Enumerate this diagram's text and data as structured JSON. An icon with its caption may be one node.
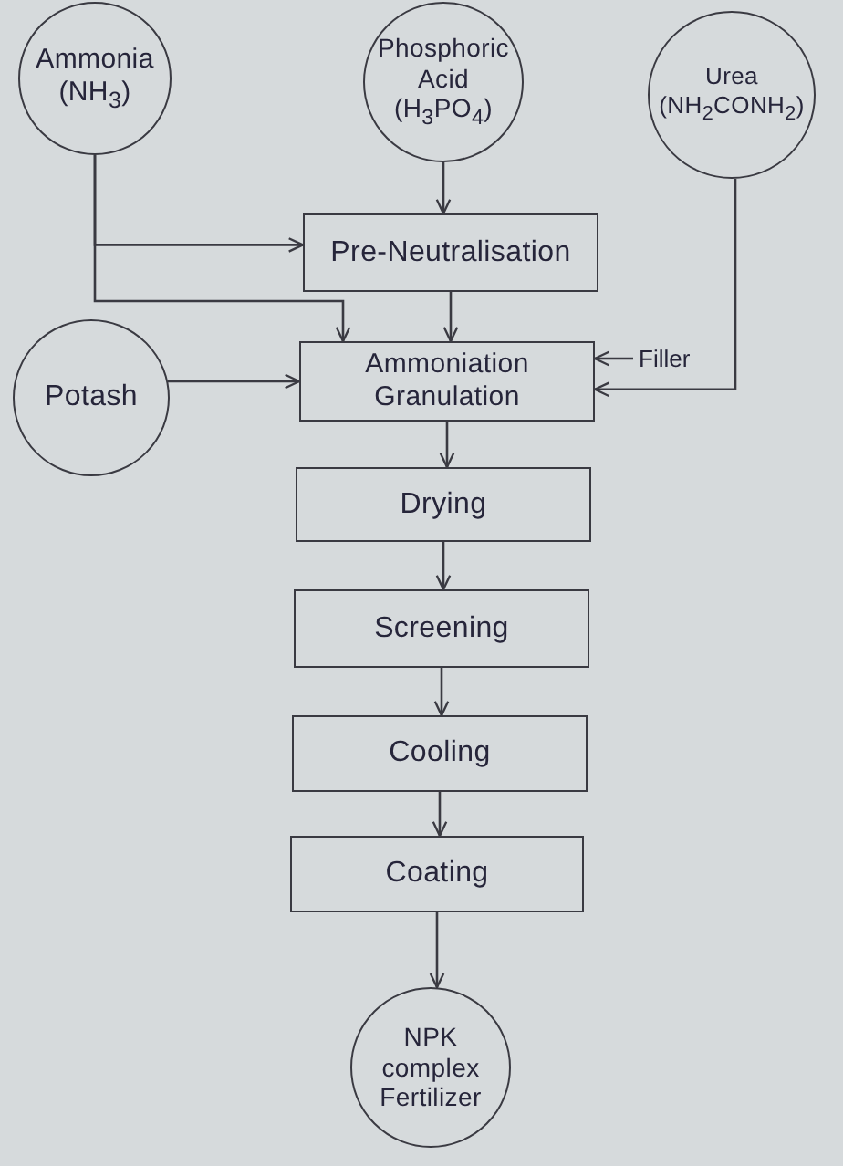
{
  "diagram": {
    "nodes": [
      {
        "text": [
          "Ammonia (NH$_{3}$)"
        ]
      },
      {
        "text": [
          "Phosphoric Acid (H$_{3}$PO$_{4}$)"
        ]
      },
      {
        "text": [
          "Urea (NH$_{2}$CONH$_{2}$)"
        ]
      },
      {
        "text": [
          "Pre-Neutralisation"
        ]
      },
      {
        "text": [
          "Potash"
        ]
      },
      {
        "text": [
          "Ammoniation Granulation"
        ]
      },
      {
        "text": [
          "Filler"
        ]
      },
      {
        "text": [
          "Drying"
        ]
      },
      {
        "text": [
          "Screening"
        ]
      },
      {
        "text": [
          "Cooling"
        ]
      },
      {
        "text": [
          "Coating"
        ]
      },
      {
        "text": [
          "NPK complex Fertilizer"
        ]
      }
    ],
    "edges": [
      {
        "from": 0,
        "to": 3,
        "arrow": "to"
      },
      {
        "from": 0,
        "to": 5,
        "arrow": "to"
      },
      {
        "from": 1,
        "to": 3,
        "arrow": "to"
      },
      {
        "from": 3,
        "to": 5,
        "arrow": "to"
      },
      {
        "from": 4,
        "to": 5,
        "arrow": "to"
      },
      {
        "from": 6,
        "to": 5,
        "arrow": "to"
      },
      {
        "from": 2,
        "to": 5,
        "arrow": "to"
      },
      {
        "from": 5,
        "to": 7,
        "arrow": "to"
      },
      {
        "from": 7,
        "to": 8,
        "arrow": "to"
      },
      {
        "from": 8,
        "to": 9,
        "arrow": "to"
      },
      {
        "from": 9,
        "to": 10,
        "arrow": "to"
      },
      {
        "from": 10,
        "to": 11,
        "arrow": "to"
      }
    ]
  }
}
